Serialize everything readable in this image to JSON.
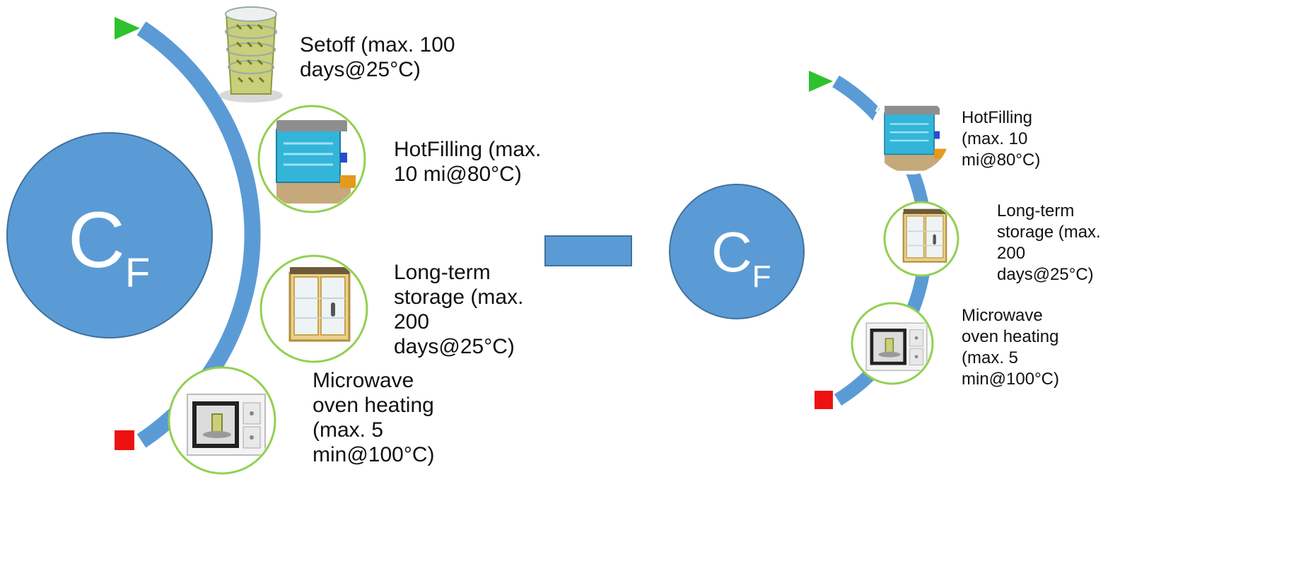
{
  "colors": {
    "accent_blue": "#5B9BD5",
    "ring_green": "#92D050",
    "start_green": "#2EC22E",
    "stop_red": "#EE1111",
    "node_stroke": "#41719C"
  },
  "left_cycle": {
    "symbol_main": "C",
    "symbol_sub": "F",
    "start_marker": "play-triangle",
    "end_marker": "stop-square",
    "stages": [
      {
        "icon": "stacked-cups-icon",
        "label": "Setoff (max. 100\ndays@25°C)"
      },
      {
        "icon": "hot-filling-machine-icon",
        "label": "HotFilling (max.\n10 mi@80°C)"
      },
      {
        "icon": "storage-cabinet-icon",
        "label": "Long-term\nstorage (max.\n200\ndays@25°C)"
      },
      {
        "icon": "microwave-oven-icon",
        "label": "Microwave\noven heating\n(max. 5\nmin@100°C)"
      }
    ]
  },
  "operator": {
    "symbol": "minus"
  },
  "right_cycle": {
    "symbol_main": "C",
    "symbol_sub": "F",
    "start_marker": "play-triangle",
    "end_marker": "stop-square",
    "stages": [
      {
        "icon": "hot-filling-machine-icon",
        "label": "HotFilling\n(max. 10\nmi@80°C)"
      },
      {
        "icon": "storage-cabinet-icon",
        "label": "Long-term\nstorage (max.\n200\ndays@25°C)"
      },
      {
        "icon": "microwave-oven-icon",
        "label": "Microwave\noven heating\n(max. 5\nmin@100°C)"
      }
    ]
  }
}
